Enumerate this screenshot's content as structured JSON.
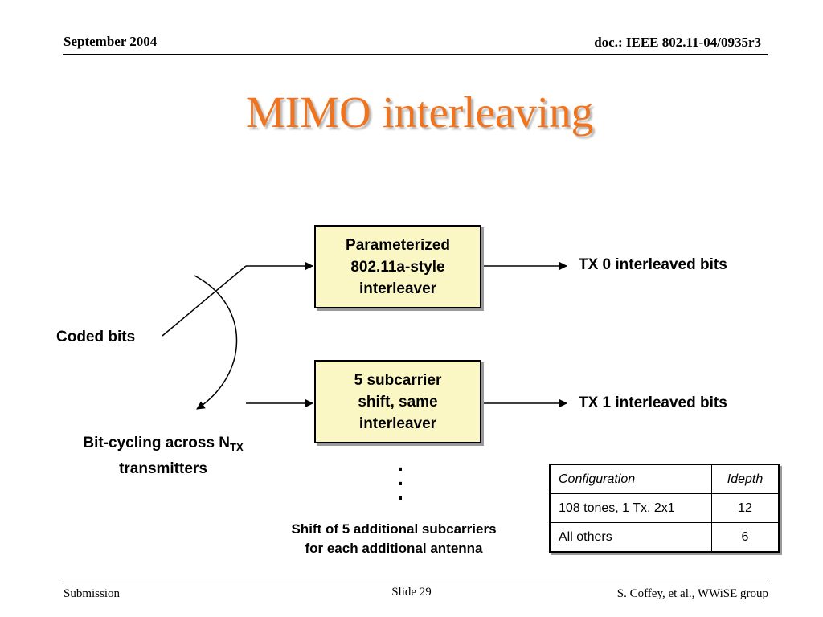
{
  "header": {
    "date": "September 2004",
    "doc_id": "doc.: IEEE 802.11-04/0935r3"
  },
  "title": "MIMO interleaving",
  "diagram": {
    "box_top": "Parameterized\n802.11a-style\ninterleaver",
    "box_bottom": "5 subcarrier\nshift, same\ninterleaver",
    "output_top": "TX 0 interleaved bits",
    "output_bottom": "TX 1 interleaved bits",
    "input_label": "Coded bits",
    "cycle_label_main": "Bit-cycling across N",
    "cycle_label_sub": "TX",
    "cycle_label_line2": "transmitters",
    "continuation_dots": ".\n.\n.",
    "shift_note": "Shift of 5 additional subcarriers\nfor each additional antenna"
  },
  "table": {
    "headers": [
      "Configuration",
      "Idepth"
    ],
    "rows": [
      [
        "108 tones, 1 Tx, 2x1",
        "12"
      ],
      [
        "All others",
        "6"
      ]
    ]
  },
  "footer": {
    "left": "Submission",
    "center": "Slide 29",
    "right": "S. Coffey, et al., WWiSE group"
  },
  "colors": {
    "title": "#f0741f",
    "box_fill": "#fbf7c4"
  }
}
